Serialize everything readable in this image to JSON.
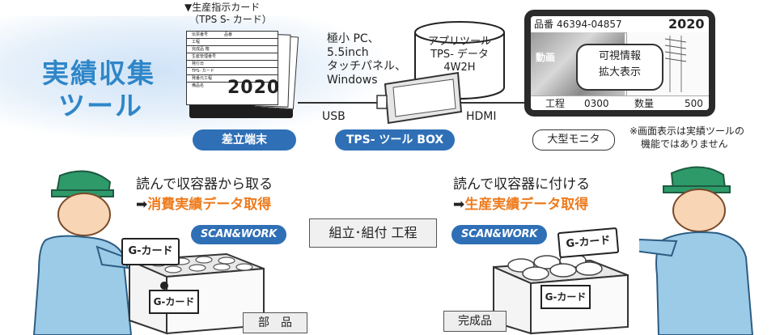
{
  "title": {
    "line1": "実績収集",
    "line2": "ツール"
  },
  "card_caption": {
    "line1": "▼生産指示カード",
    "line2": "（TPS S- カード）"
  },
  "card_text": {
    "rows": [
      "伝票番号",
      "品番",
      "工程",
      "完成品 箱",
      "生産管理番号",
      "発行日",
      "TPS- カード",
      "発番元工程",
      "備品名"
    ],
    "counter": "2020"
  },
  "pc_specs": [
    "極小 PC、",
    "5.5inch",
    "タッチパネル、",
    "Windows"
  ],
  "db_label": [
    "アプリツール",
    "TPS- データ",
    "4W2H"
  ],
  "monitor": {
    "part_label": "品番",
    "part_no": "46394-04857",
    "year": "2020",
    "video": "動画",
    "zoom": [
      "可視情報",
      "拡大表示"
    ],
    "process_label": "工程",
    "process_value": "0300",
    "qty_label": "数量",
    "qty_value": "500"
  },
  "connections": {
    "usb": "USB",
    "hdmi": "HDMI"
  },
  "device_labels": {
    "terminal": "差立端末",
    "box": "TPS- ツール BOX",
    "monitor": "大型モニタ"
  },
  "note": [
    "※画面表示は実績ツールの",
    "機能ではありません"
  ],
  "left_flow": {
    "line1": "読んで収容器から取る",
    "arrow": "➡",
    "line2": "消費実績データ取得"
  },
  "right_flow": {
    "line1": "読んで収容器に付ける",
    "arrow": "➡",
    "line2": "生産実績データ取得"
  },
  "scan_label": "SCAN&WORK",
  "process_center": "組立･組付 工程",
  "card_label": "G-カード",
  "bins": {
    "left": "部　品",
    "right": "完成品"
  },
  "colors": {
    "accent": "#2f6fb6",
    "title": "#2f86c8",
    "highlight": "#ee7b1d"
  }
}
